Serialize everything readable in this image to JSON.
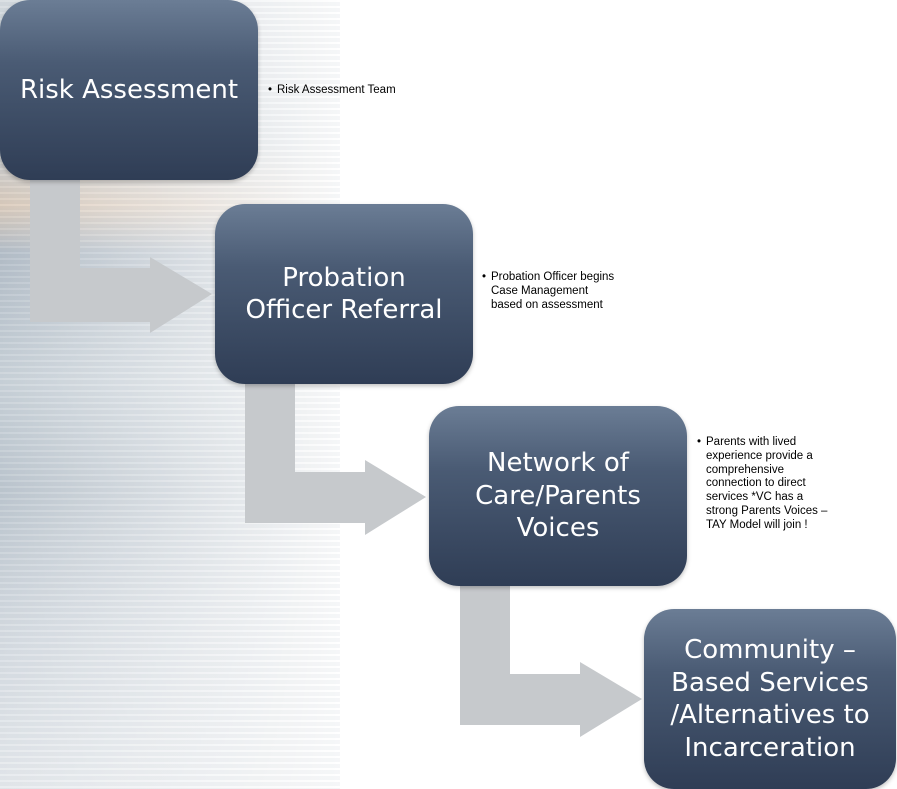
{
  "steps": [
    {
      "title": "Risk Assessment",
      "note": "Risk Assessment Team"
    },
    {
      "title": "Probation\nOfficer Referral",
      "note": "Probation Officer begins\nCase Management\nbased on assessment"
    },
    {
      "title": "Network of\nCare/Parents\nVoices",
      "note": "Parents with lived\nexperience provide a\ncomprehensive\nconnection to direct\nservices *VC has a\nstrong Parents Voices –\nTAY Model will join !"
    },
    {
      "title": "Community –\nBased Services\n/Alternatives to\nIncarceration",
      "note": ""
    }
  ],
  "bullet_char": "•",
  "colors": {
    "box_top": "#6b7d95",
    "box_bottom": "#2f3d55",
    "arrow": "#c6c9cc",
    "text_on_box": "#ffffff"
  }
}
